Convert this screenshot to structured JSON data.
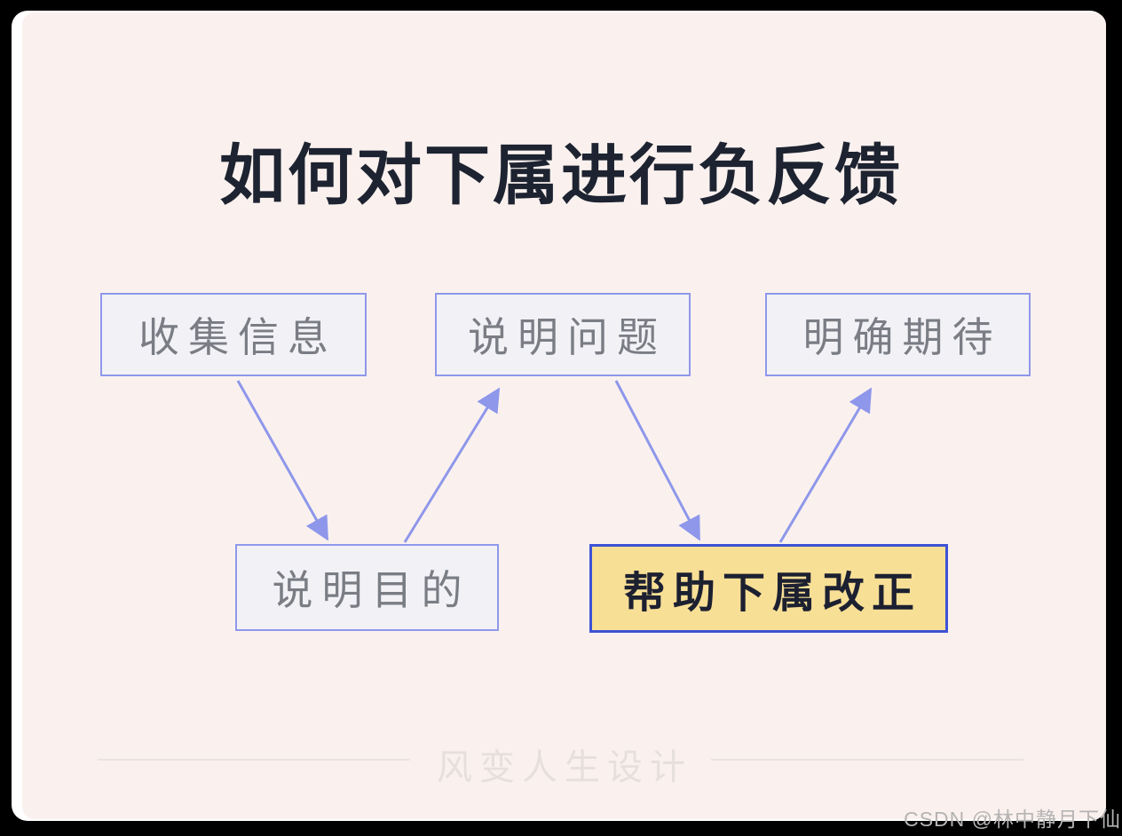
{
  "page": {
    "background": "#000000",
    "card_background": "#faf1ef"
  },
  "title": {
    "text": "如何对下属进行负反馈",
    "color": "#1d2330"
  },
  "diagram": {
    "nodes": [
      {
        "id": "collect-info",
        "label": "收集信息",
        "style": "default"
      },
      {
        "id": "explain-problem",
        "label": "说明问题",
        "style": "default"
      },
      {
        "id": "clarify-expectation",
        "label": "明确期待",
        "style": "default"
      },
      {
        "id": "explain-purpose",
        "label": "说明目的",
        "style": "default"
      },
      {
        "id": "help-correct",
        "label": "帮助下属改正",
        "style": "highlight"
      }
    ],
    "edges": [
      {
        "from": "collect-info",
        "to": "explain-purpose"
      },
      {
        "from": "explain-purpose",
        "to": "explain-problem"
      },
      {
        "from": "explain-problem",
        "to": "help-correct"
      },
      {
        "from": "help-correct",
        "to": "clarify-expectation"
      }
    ],
    "colors": {
      "node_border": "#8f98ea",
      "node_background": "#f2f2f6",
      "node_text": "#7b7d85",
      "highlight_border": "#3d52d5",
      "highlight_background": "#f8df96",
      "highlight_text": "#1c2030",
      "arrow": "#8e97ea"
    }
  },
  "footer": {
    "text": "风变人生设计"
  },
  "watermark": {
    "text": "CSDN @林中静月下仙"
  }
}
